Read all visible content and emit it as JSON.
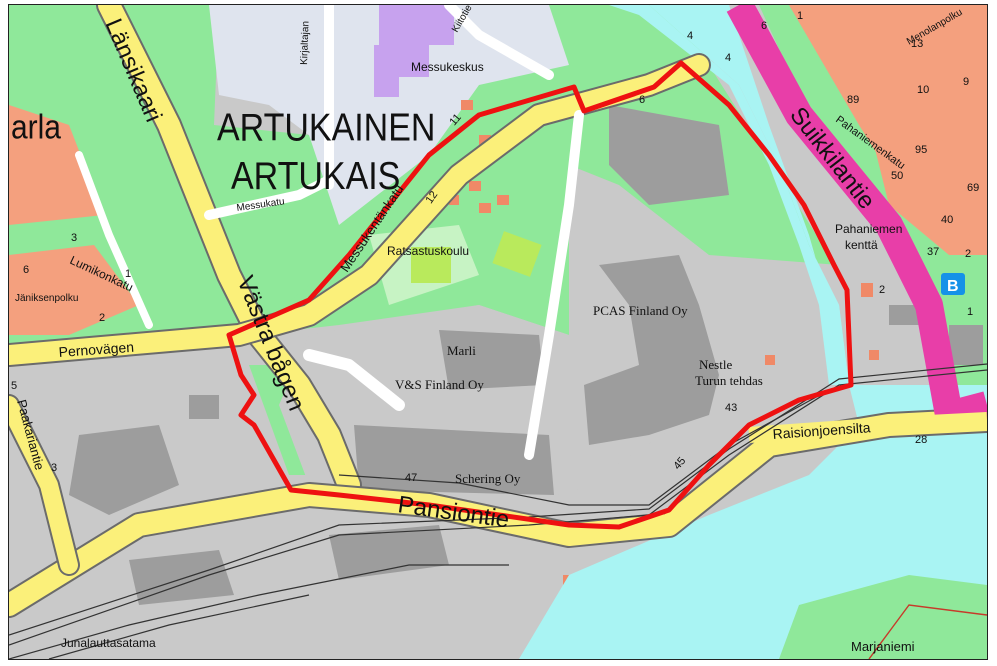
{
  "colors": {
    "green": "#8fe89a",
    "light_green": "#c7f3c4",
    "grey": "#c9c9c9",
    "dark_grey": "#9d9d9d",
    "water": "#a9f4f3",
    "yellow_road": "#fbf07a",
    "road_edge": "#6b6b6b",
    "magenta_road": "#e83ea8",
    "residential": "#f4a07e",
    "lilac": "#c7a2ee",
    "boundary": "#ee1111",
    "bus_stop": "#1592e8"
  },
  "district": {
    "name_fi": "ARTUKAINEN",
    "name_sv": "ARTUKAIS",
    "neighbor": "arla"
  },
  "streets": {
    "lansikaari": "Länsikaari",
    "vastra_bagen": "Västra bågen",
    "pernovagen": "Pernovägen",
    "pansiontie": "Pansiontie",
    "suikkilantie": "Suikkilantie",
    "raisionjoensilta": "Raisionjoensilta",
    "messukentankatu": "Messukentänkatu",
    "messukatu": "Messukatu",
    "lumikonkatu": "Lumikonkatu",
    "janiksenpolku": "Jäniksenpolku",
    "paakariantie": "Paakariantie",
    "pahaniemenkatu": "Pahaniemenkatu",
    "kirjaltajan": "Kirjaltajan",
    "kiitotie": "Kiitotie",
    "menolanpolku": "Menolanpolku"
  },
  "places": {
    "messukeskus": "Messukeskus",
    "ratsastuskoulu": "Ratsastuskoulu",
    "pcas": "PCAS Finland Oy",
    "marli": "Marli",
    "vs": "V&S Finland Oy",
    "nestle_1": "Nestle",
    "nestle_2": "Turun tehdas",
    "schering": "Schering Oy",
    "pahaniemen_1": "Pahaniemen",
    "pahaniemen_2": "kenttä",
    "junalauttasatama": "Junalauttasatama",
    "marjaniemi": "Marjaniemi"
  },
  "bus_stop": "B",
  "house_numbers": {
    "n4a": "4",
    "n4b": "4",
    "n6a": "6",
    "n6b": "6",
    "n11": "11",
    "n12": "12",
    "n3": "3",
    "n6c": "6",
    "n1": "1",
    "n2a": "2",
    "n5": "5",
    "n3b": "3",
    "n47": "47",
    "n45": "45",
    "n43": "43",
    "n28": "28",
    "n2b": "2",
    "n1b": "1",
    "n89": "89",
    "n95": "95",
    "n50": "50",
    "n40": "40",
    "n37": "37",
    "n69": "69",
    "n2c": "2",
    "n10": "10",
    "n9": "9",
    "n13": "13",
    "n1c": "1"
  }
}
